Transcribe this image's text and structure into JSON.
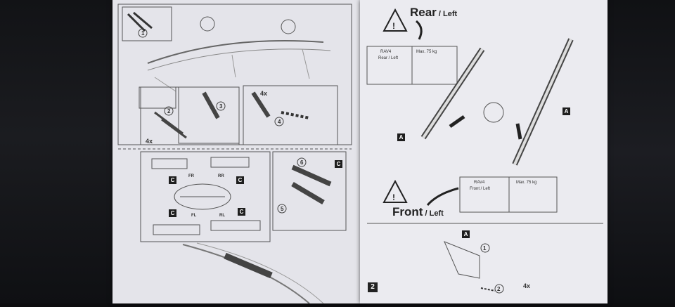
{
  "headings": {
    "rear": {
      "main": "Rear",
      "sub": " / Left"
    },
    "front": {
      "main": "Front",
      "sub": " / Left"
    }
  },
  "quantities": {
    "a": "4x",
    "b": "4x",
    "c": "4x"
  },
  "page_number": "2",
  "part_label": "A",
  "clip_label": "C",
  "info_boxes": {
    "rear": {
      "model": "RAV4",
      "position": "Rear / Left",
      "max_load": "Max. 75 kg"
    },
    "front": {
      "model": "RAV4",
      "position": "Front / Left",
      "max_load": "Max. 75 kg"
    }
  },
  "position_codes": [
    "FR",
    "RR",
    "FL",
    "RL"
  ],
  "steps": [
    "1",
    "2",
    "3",
    "4",
    "5",
    "6"
  ],
  "colors": {
    "paper": "#e9e9ee",
    "ink": "#222222",
    "background": "#0d0d0f"
  }
}
